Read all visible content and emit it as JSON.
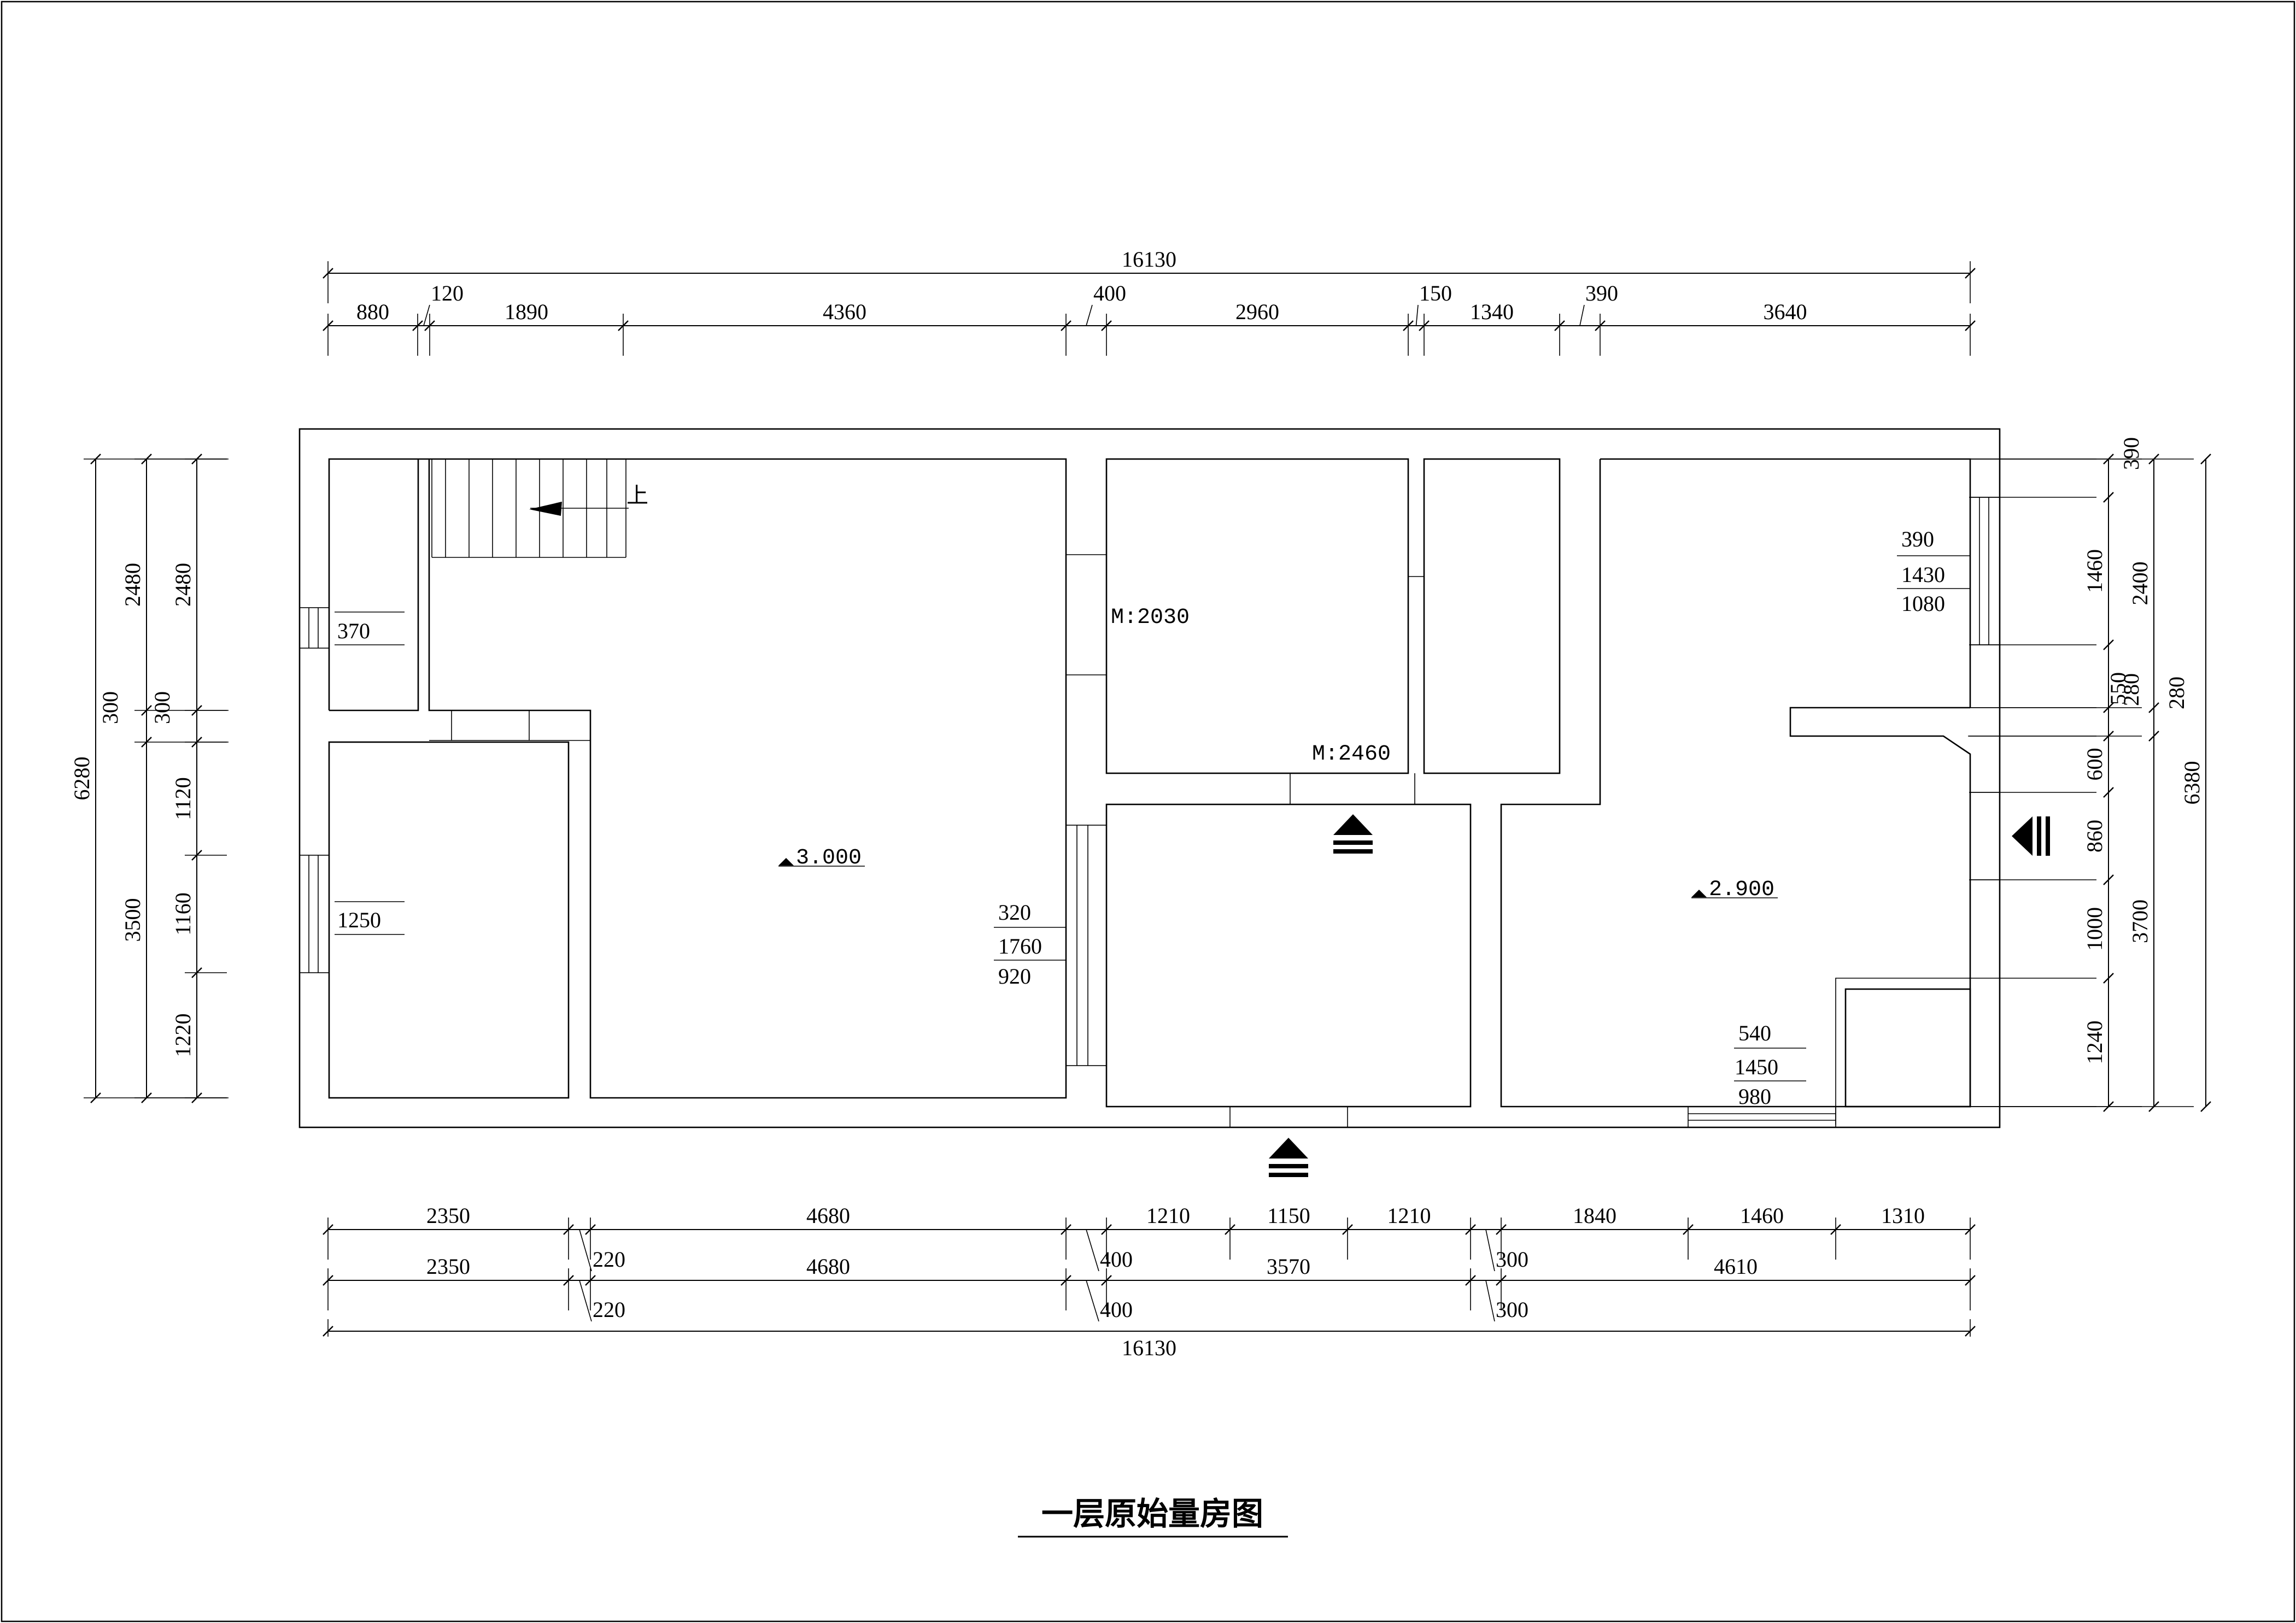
{
  "title": "一层原始量房图",
  "top_dimensions": {
    "overall": "16130",
    "row": [
      "880",
      "120",
      "1890",
      "4360",
      "400",
      "2960",
      "150",
      "1340",
      "390",
      "3640"
    ]
  },
  "bottom_dimensions": {
    "row1": [
      "2350",
      "220",
      "4680",
      "400",
      "1210",
      "1150",
      "1210",
      "300",
      "1840",
      "1460",
      "1310"
    ],
    "row2": [
      "2350",
      "220",
      "4680",
      "400",
      "3570",
      "300",
      "4610"
    ],
    "overall": "16130"
  },
  "left_dimensions": {
    "overall": "6280",
    "middle": [
      "2480",
      "300",
      "3500"
    ],
    "inner": [
      "2480",
      "300",
      "1120",
      "1160",
      "1220"
    ]
  },
  "right_dimensions": {
    "inner": [
      "390",
      "1460",
      "550",
      "280",
      "600",
      "860",
      "1000",
      "1240"
    ],
    "middle": [
      "2400",
      "280",
      "3700"
    ],
    "overall": "6380"
  },
  "window_notes": [
    {
      "name": "left-upper-window",
      "values": [
        "370"
      ]
    },
    {
      "name": "left-lower-window",
      "values": [
        "1250"
      ]
    },
    {
      "name": "middle-window",
      "values": [
        "320",
        "1760",
        "920"
      ]
    },
    {
      "name": "right-upper-window",
      "values": [
        "390",
        "1430",
        "1080"
      ]
    },
    {
      "name": "right-lower-window",
      "values": [
        "540",
        "1450",
        "980"
      ]
    }
  ],
  "door_labels": [
    "M:2030",
    "M:2460"
  ],
  "elevations": [
    "3.000",
    "2.900"
  ],
  "stair_label": "上"
}
